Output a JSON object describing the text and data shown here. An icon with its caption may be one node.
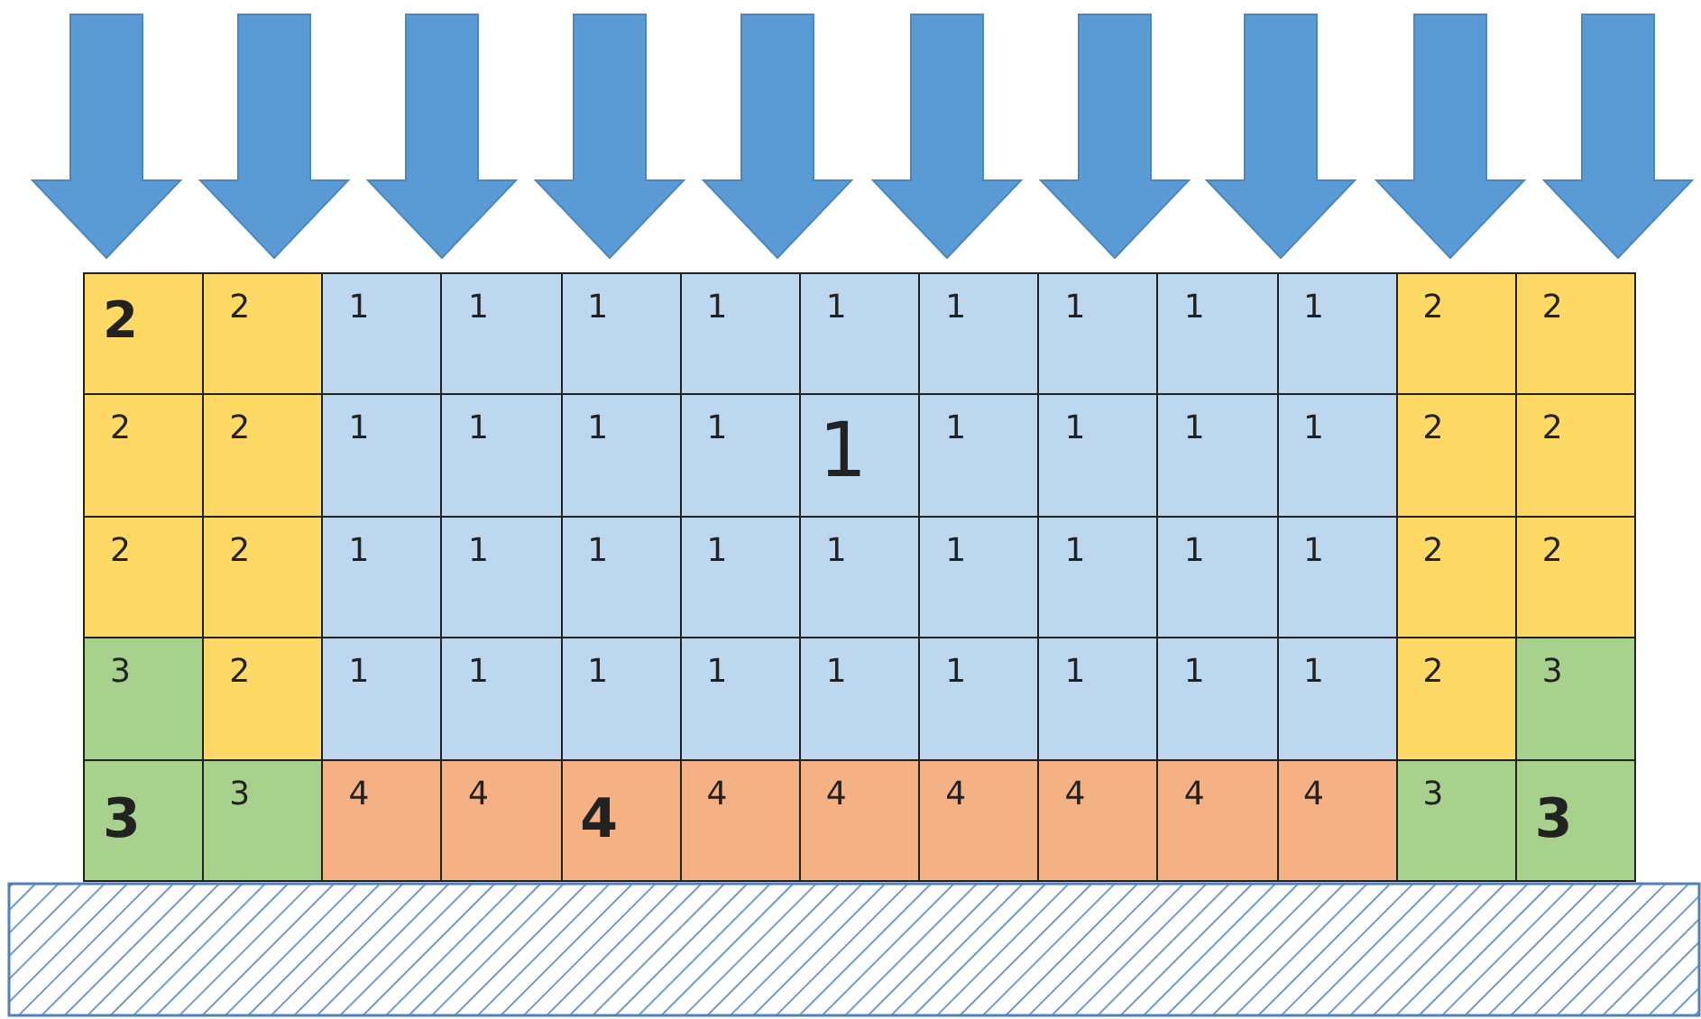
{
  "diagram": {
    "labels": [
      "2",
      "2",
      "1",
      "1",
      "1",
      "1",
      "1",
      "1",
      "1",
      "1",
      "1",
      "2",
      "2",
      "2",
      "2",
      "1",
      "1",
      "1",
      "1",
      "1",
      "1",
      "1",
      "1",
      "1",
      "2",
      "2",
      "2",
      "2",
      "1",
      "1",
      "1",
      "1",
      "1",
      "1",
      "1",
      "1",
      "1",
      "2",
      "2",
      "3",
      "2",
      "1",
      "1",
      "1",
      "1",
      "1",
      "1",
      "1",
      "1",
      "1",
      "2",
      "3",
      "3",
      "3",
      "4",
      "4",
      "4",
      "4",
      "4",
      "4",
      "4",
      "4",
      "4",
      "3",
      "3"
    ]
  }
}
